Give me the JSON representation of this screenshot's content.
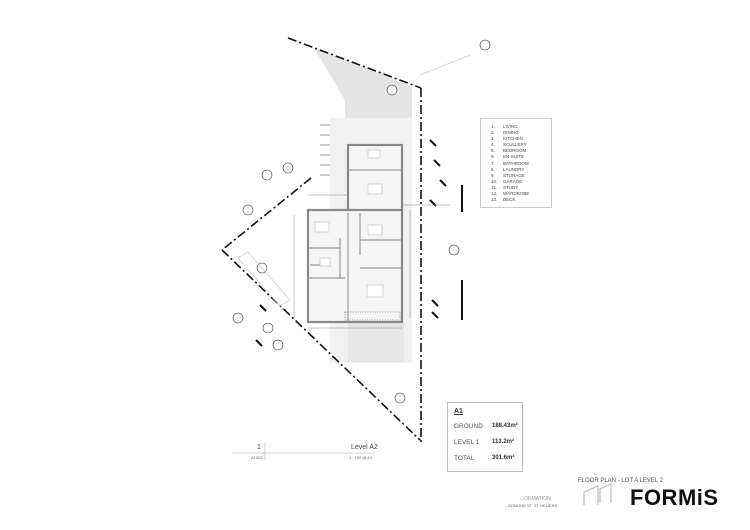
{
  "legend": {
    "items": [
      {
        "num": "1.",
        "label": "LIVING"
      },
      {
        "num": "2.",
        "label": "DINING"
      },
      {
        "num": "3.",
        "label": "KITCHEN"
      },
      {
        "num": "4.",
        "label": "SCULLERY"
      },
      {
        "num": "5.",
        "label": "BEDROOM"
      },
      {
        "num": "6.",
        "label": "EN-SUITE"
      },
      {
        "num": "7.",
        "label": "BATHROOM"
      },
      {
        "num": "8.",
        "label": "LAUNDRY"
      },
      {
        "num": "9.",
        "label": "STORAGE"
      },
      {
        "num": "10.",
        "label": "GARAGE"
      },
      {
        "num": "11.",
        "label": "STUDY"
      },
      {
        "num": "12.",
        "label": "WARDROBE"
      },
      {
        "num": "13.",
        "label": "DECK"
      }
    ]
  },
  "area_table": {
    "heading": "A1",
    "rows": [
      {
        "label": "GROUND",
        "value": "188.43m²"
      },
      {
        "label": "LEVEL 1",
        "value": "113.2m²"
      },
      {
        "label": "TOTAL",
        "value": "301.6m²"
      }
    ]
  },
  "view_title": {
    "number": "1",
    "sheet": "A1303",
    "name": "Level A2",
    "scale": "1 : 100 @ A1"
  },
  "title_block": {
    "sheet_title": "FLOOR PLAN - LOT A LEVEL 2",
    "project_name": "...ORMATION",
    "project_address": "...EDMUND ST, ST HELIERS",
    "brand": "FORMiS"
  }
}
